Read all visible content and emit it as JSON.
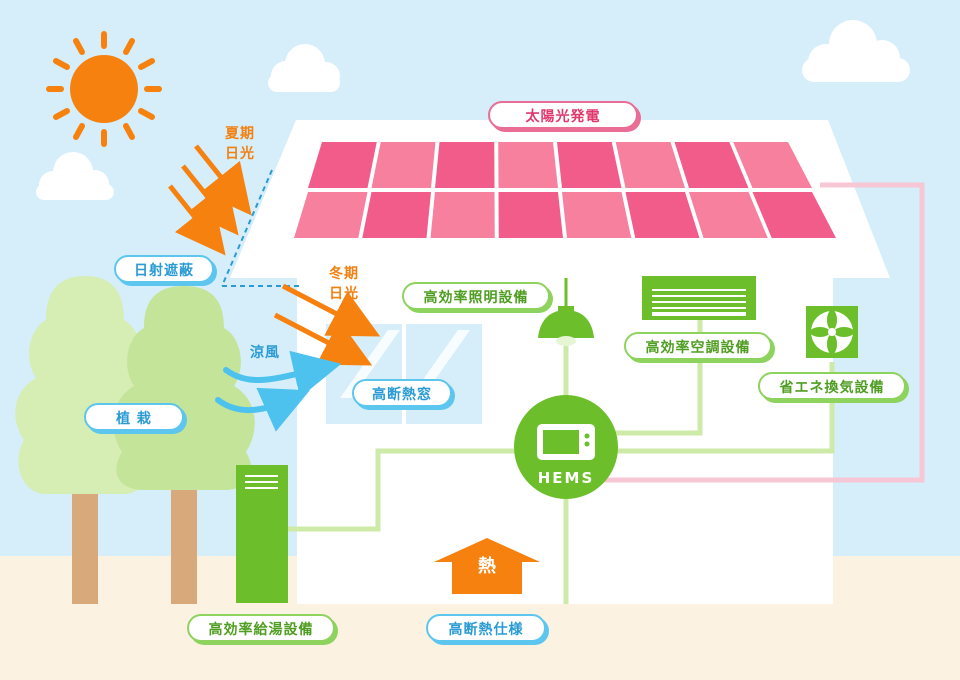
{
  "labels": {
    "solar": "太陽光発電",
    "shading": "日射遮蔽",
    "planting": "植 栽",
    "lighting": "高効率照明設備",
    "aircon": "高効率空調設備",
    "ventilation": "省エネ換気設備",
    "window": "高断熱窓",
    "water_heater": "高効率給湯設備",
    "insulation": "高断熱仕様",
    "hems": "HEMS",
    "heat": "熱"
  },
  "notes": {
    "summer_sun_line1": "夏期",
    "summer_sun_line2": "日光",
    "winter_sun_line1": "冬期",
    "winter_sun_line2": "日光",
    "cool_breeze": "涼風"
  },
  "colors": {
    "sky": "#d5eef9",
    "ground": "#fbf2e1",
    "solar_panel": "#f25c8a",
    "sun": "#f7810f",
    "breeze": "#4ec2ef",
    "equipment_green": "#6cbf2a",
    "tree_light": "#c9e89a",
    "trunk": "#d8a97a",
    "connection_green": "#cdeaa8",
    "connection_pink": "#f8c7d6"
  }
}
